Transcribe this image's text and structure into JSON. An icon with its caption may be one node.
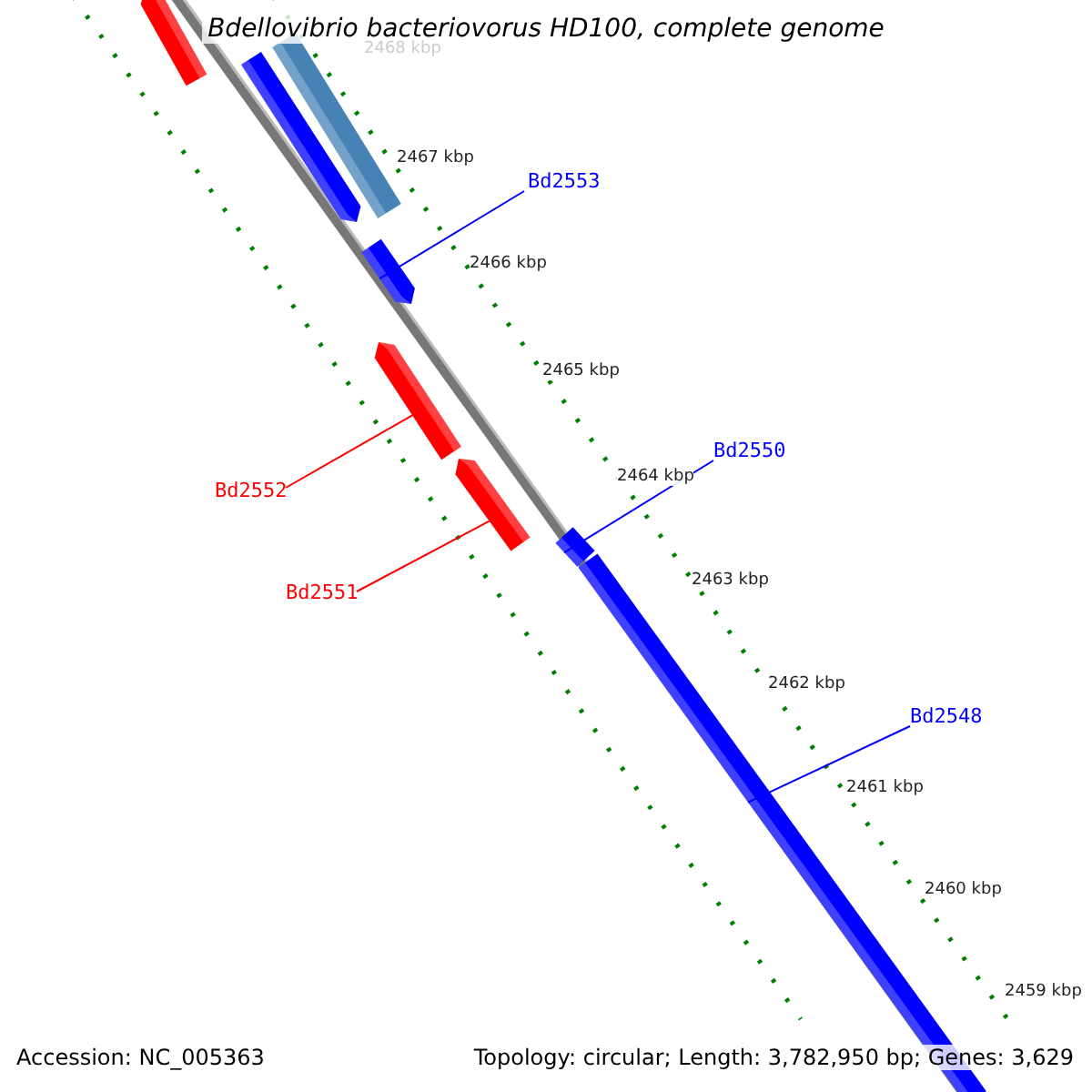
{
  "diagram": {
    "title": "Bdellovibrio bacteriovorus HD100, complete genome",
    "nodes": [
      {
        "text": [],
        "shape": "bar"
      },
      {
        "text": [],
        "shape": "bar"
      },
      {
        "text": [],
        "shape": "bar"
      },
      {
        "text": [],
        "shape": "bar"
      },
      {
        "text": [],
        "shape": "bar"
      },
      {
        "text": [],
        "shape": "bar"
      },
      {
        "text": [],
        "shape": "bar"
      },
      {
        "text": [],
        "shape": "bar"
      },
      {
        "text": [
          "Bd2553"
        ]
      },
      {
        "text": [
          "Bd2550"
        ]
      },
      {
        "text": [
          "Bd2548"
        ]
      },
      {
        "text": [
          "Bd2552"
        ]
      },
      {
        "text": [
          "Bd2551"
        ]
      }
    ],
    "edges": [
      {
        "from": 8,
        "to": 3,
        "arrow": "none"
      },
      {
        "from": 9,
        "to": 6,
        "arrow": "none"
      },
      {
        "from": 10,
        "to": 7,
        "arrow": "none"
      },
      {
        "from": 11,
        "to": 4,
        "arrow": "none",
        "color": "#ff0000"
      },
      {
        "from": 12,
        "to": 5,
        "arrow": "none",
        "color": "#ff0000"
      }
    ],
    "labels": [
      "2468 kbp",
      "2467 kbp",
      "2466 kbp",
      "2465 kbp",
      "2464 kbp",
      "2463 kbp",
      "2462 kbp",
      "2461 kbp",
      "2460 kbp",
      "2459 kbp",
      "Accession: NC_005363",
      "Topology: circular; Length: 3,782,950 bp; Genes: 3,629"
    ]
  }
}
